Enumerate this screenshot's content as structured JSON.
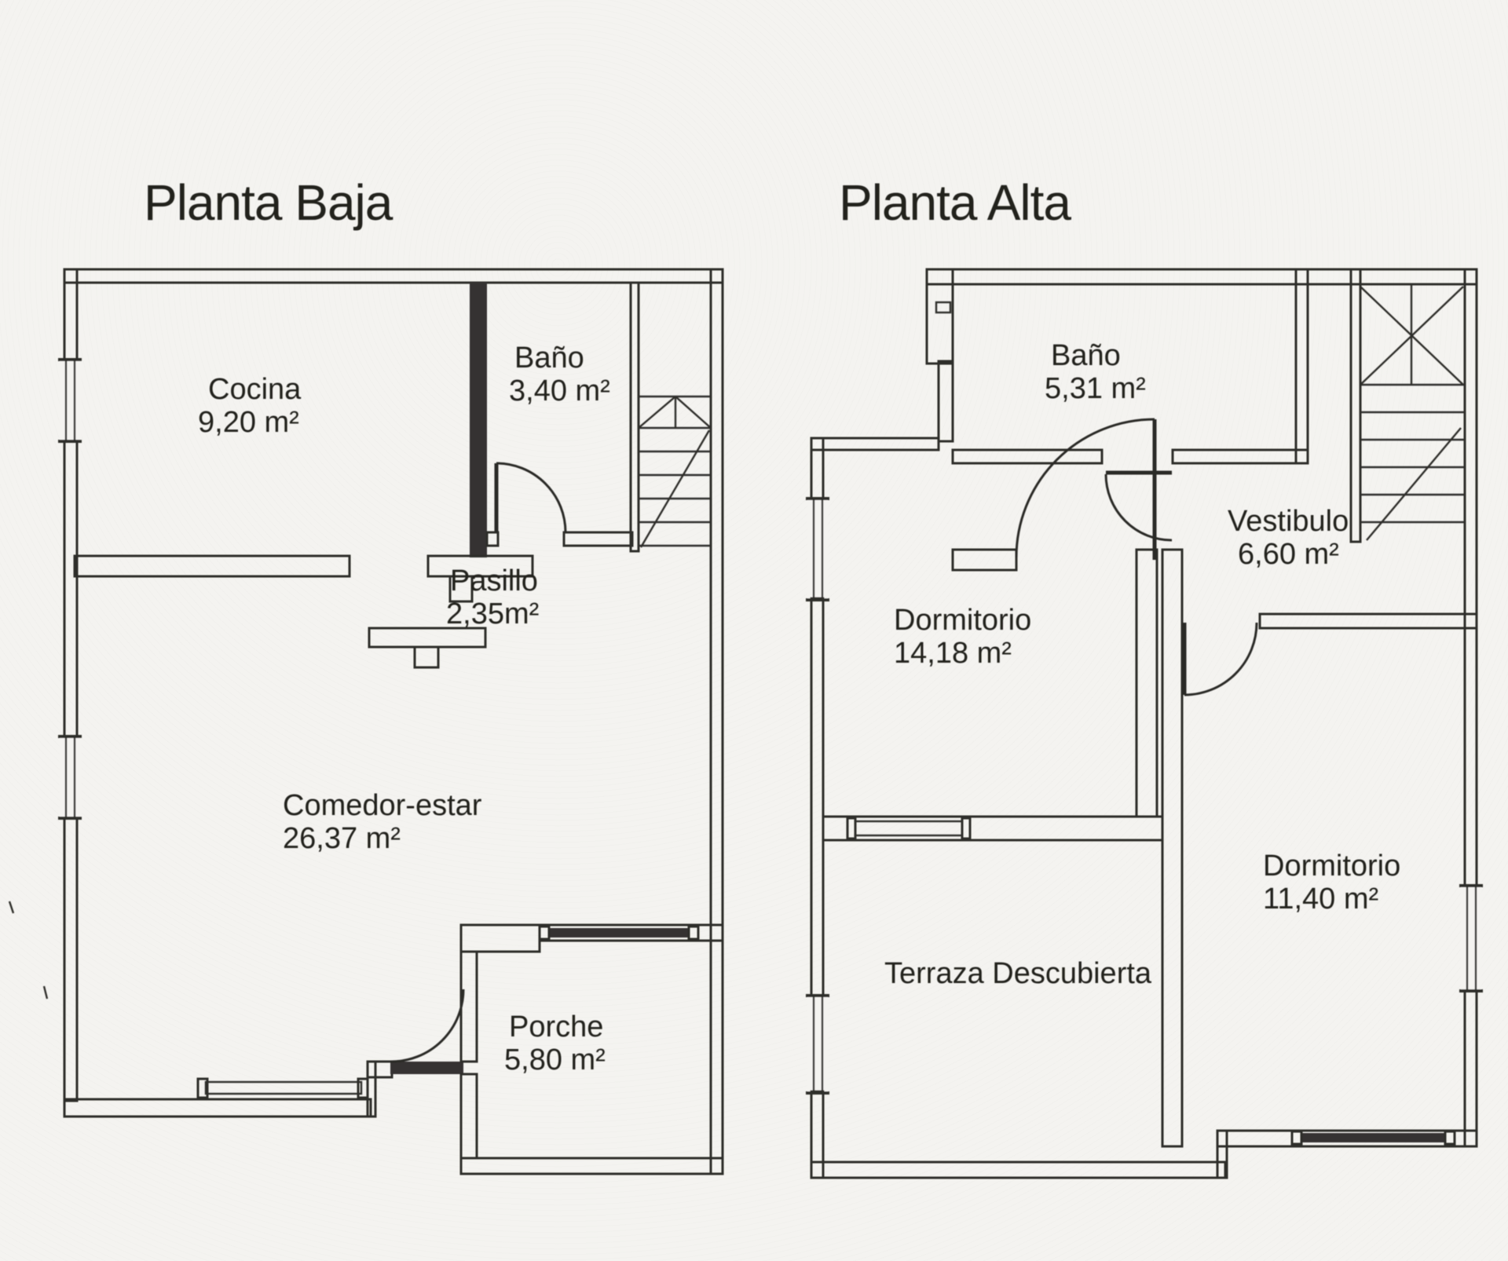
{
  "document_type": "scanned floor plan",
  "colors": {
    "paper": "#f4f3f0",
    "ink": "#2f2d2b"
  },
  "floors": [
    {
      "id": "planta-baja",
      "title": "Planta Baja",
      "rooms": [
        {
          "name": "Cocina",
          "area": "9,20 m²"
        },
        {
          "name": "Baño",
          "area": "3,40 m²"
        },
        {
          "name": "Pasillo",
          "area": "2,35m²"
        },
        {
          "name": "Comedor-estar",
          "area": "26,37 m²"
        },
        {
          "name": "Porche",
          "area": "5,80 m²"
        }
      ]
    },
    {
      "id": "planta-alta",
      "title": "Planta Alta",
      "rooms": [
        {
          "name": "Baño",
          "area": "5,31 m²"
        },
        {
          "name": "Vestibulo",
          "area": "6,60 m²"
        },
        {
          "name": "Dormitorio",
          "area": "14,18 m²"
        },
        {
          "name": "Dormitorio",
          "area": "11,40 m²"
        },
        {
          "name": "Terraza Descubierta",
          "area": ""
        }
      ]
    }
  ]
}
